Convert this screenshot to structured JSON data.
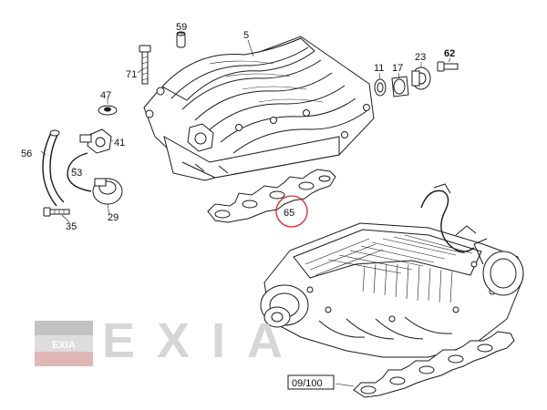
{
  "diagram": {
    "labels": {
      "p5": "5",
      "p11": "11",
      "p17": "17",
      "p23": "23",
      "p29": "29",
      "p35": "35",
      "p41": "41",
      "p47": "47",
      "p53": "53",
      "p56": "56",
      "p59": "59",
      "p62": "62",
      "p65": "65",
      "p71": "71",
      "ref": "09/100"
    },
    "highlight_color": "#d9262b"
  },
  "watermark": {
    "logo_text": "EXIA",
    "text": "EXIA"
  }
}
